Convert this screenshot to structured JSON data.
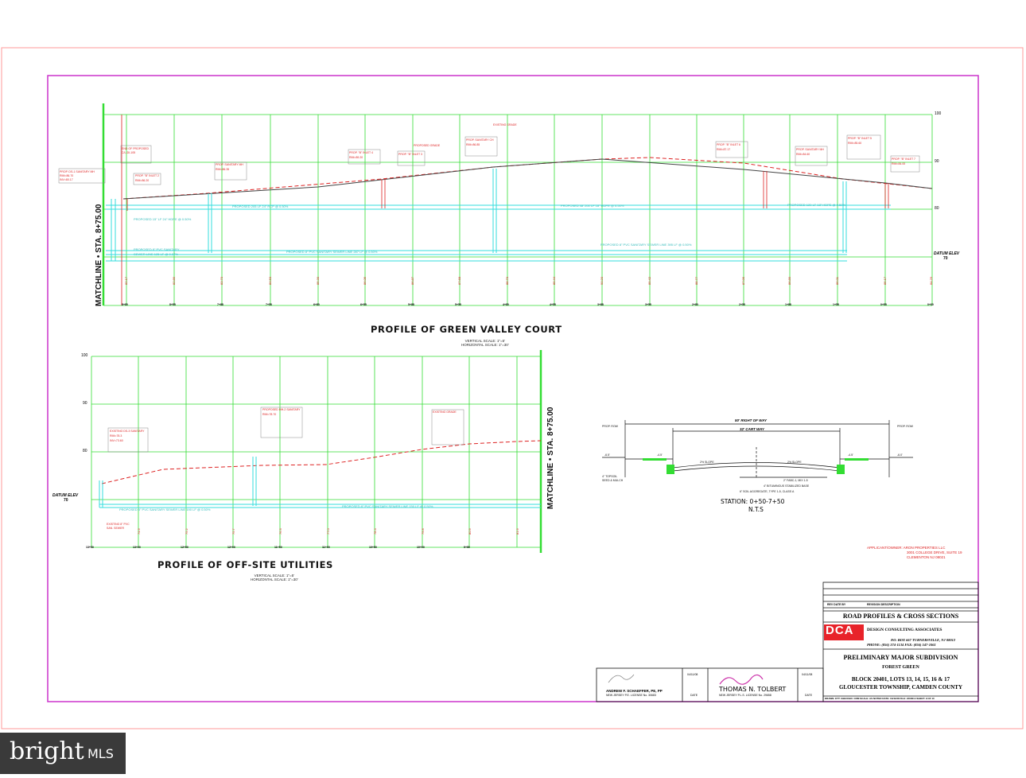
{
  "profile_green_valley": {
    "title": "PROFILE OF GREEN VALLEY COURT",
    "matchline": "MATCHLINE • STA. 8+75.00",
    "datum": "DATUM ELEV",
    "datum_value": "70",
    "elevations": [
      "100",
      "90",
      "80"
    ],
    "stations": [
      "8+80",
      "8+55",
      "7+88",
      "7+55",
      "6+80",
      "6+55",
      "5+88",
      "5+55",
      "4+80",
      "4+55",
      "3+88",
      "3+55",
      "2+80",
      "2+55",
      "1+88",
      "1+55",
      "0+55",
      "0+00"
    ],
    "scale_vertical": "VERTICAL SCALE: 1\"=5'",
    "scale_horizontal": "HORIZONTAL SCALE: 1\"=30'"
  },
  "profile_offsite": {
    "title": "PROFILE OF OFF-SITE UTILITIES",
    "matchline": "MATCHLINE • STA. 8+75.00",
    "datum": "DATUM ELEV",
    "datum_value": "70",
    "elevations": [
      "100",
      "90",
      "80"
    ],
    "stations": [
      "13+50",
      "13+00",
      "12+50",
      "12+00",
      "11+50",
      "11+00",
      "10+50",
      "10+00",
      "9+50"
    ],
    "scale_vertical": "VERTICAL SCALE: 1\"=5'",
    "scale_horizontal": "HORIZONTAL SCALE: 1\"=30'"
  },
  "cross_section": {
    "row_label": "50' RIGHT OF WAY",
    "cartway_label": "32' CART WAY",
    "station": "STATION: 0+50-7+50",
    "nts": "N.T.S"
  },
  "applicant": {
    "line1": "APPLICANT/OWNER: ARON PROPERTIES LLC",
    "line2": "3001 COLLEGE DRIVE, SUITE 19",
    "line3": "CLEMENTON NJ 08021"
  },
  "title_block": {
    "revision_header": "REVISION DESCRIPTION",
    "rev_date": "REV  DATE    BY",
    "sheet_title": "ROAD PROFILES & CROSS SECTIONS",
    "company": "DESIGN CONSULTING ASSOCIATES",
    "logo": "DCA",
    "address": "P.O. BOX 667 TURNERSVILLE, NJ 08012",
    "phone": "PHONE: (856) 374-1134      FAX: (856) 547-1061",
    "project": "PRELIMINARY MAJOR SUBDIVISION",
    "project_name": "FOREST GREEN",
    "lots": "BLOCK 20401, LOTS 13, 14, 15, 16 & 17",
    "township": "GLOUCESTER TOWNSHIP, CAMDEN COUNTY",
    "footer": "DRAWN: DTT   CHECKED: CRM   SCALE: AS NOTED   DATE: 04/11/08   FILE: 2403014   SHEET: 9 OF 10",
    "engineer1": "ANDREW F. SCHAEFFER, PE, PP",
    "engineer1_license": "NEW JERSEY P.E. LICENSE No. 30683",
    "engineer2": "THOMAS N. TOLBERT",
    "engineer2_license": "NEW JERSEY P.L.S. LICENSE No. 29658",
    "date_label": "DATE",
    "date_value": "04/11/08"
  },
  "watermark": {
    "brand": "bright",
    "suffix": "MLS"
  },
  "colors": {
    "grid": "#33dd33",
    "pipe": "#33dddd",
    "annot": "#dd2222",
    "border": "#cc33cc",
    "outer": "#ff8888"
  }
}
